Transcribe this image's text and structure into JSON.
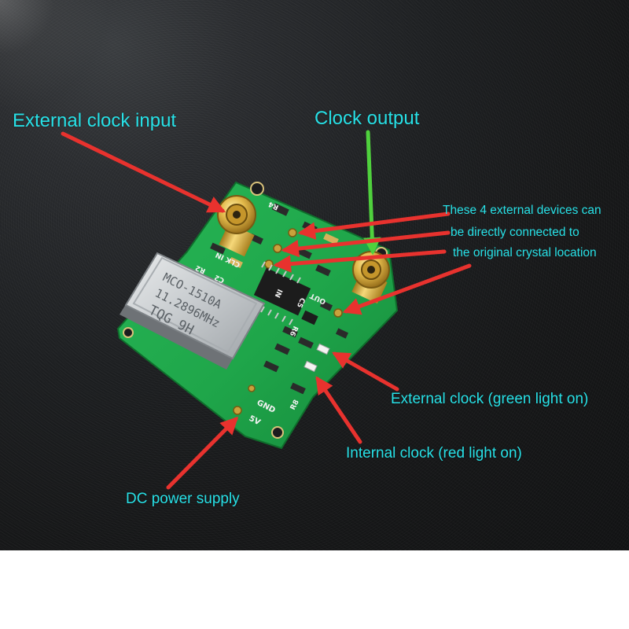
{
  "labels": {
    "external_clock_input": "External clock input",
    "clock_output": "Clock output",
    "external_devices_line1": "These 4 external devices can",
    "external_devices_line2": "be directly connected to",
    "external_devices_line3": "the original crystal location",
    "external_clock_green": "External clock (green light on)",
    "internal_clock_red": "Internal clock (red light on)",
    "dc_power_supply": "DC power supply"
  },
  "board": {
    "oscillator_line1": "MCO-1510A",
    "oscillator_line2": "11.2896MHz",
    "oscillator_line3": "TQG 9H",
    "silk_clk_in": "CLK IN",
    "silk_out": "OUT",
    "silk_gnd": "GND",
    "silk_5v": "5V",
    "silk_r8": "R8",
    "silk_r4": "R4",
    "silk_c2": "C2",
    "silk_r2": "R2",
    "silk_c5": "C5",
    "silk_r6": "R6",
    "silk_in": "IN"
  },
  "colors": {
    "label_cyan": "#27e0e6",
    "arrow_red": "#e8322e",
    "arrow_green": "#4fd13d",
    "pcb_green": "#1fa64a",
    "background_dark": "#1b1c1e"
  }
}
